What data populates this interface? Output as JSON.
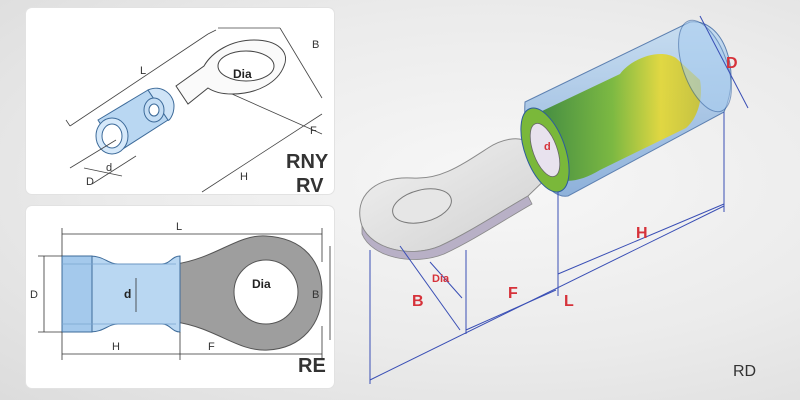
{
  "rny_rv": {
    "codes": [
      "RNY",
      "RV"
    ],
    "dims": {
      "L": "L",
      "B": "B",
      "F": "F",
      "H": "H",
      "D": "D",
      "d": "d",
      "dia": "Dia"
    }
  },
  "re": {
    "code": "RE",
    "dims": {
      "L": "L",
      "B": "B",
      "F": "F",
      "H": "H",
      "D": "D",
      "d": "d",
      "dia": "Dia"
    }
  },
  "rd": {
    "code": "RD",
    "dims": {
      "L": "L",
      "B": "B",
      "F": "F",
      "H": "H",
      "D": "D",
      "d": "d",
      "dia": "Dia"
    }
  },
  "colors": {
    "dimension_red": "#d6323a",
    "insulation_blue": "#a8cdf0",
    "dimension_line_blue": "#3a4fb5",
    "barrel_green": "#7ab83a",
    "barrel_yellow": "#e3d83a"
  }
}
